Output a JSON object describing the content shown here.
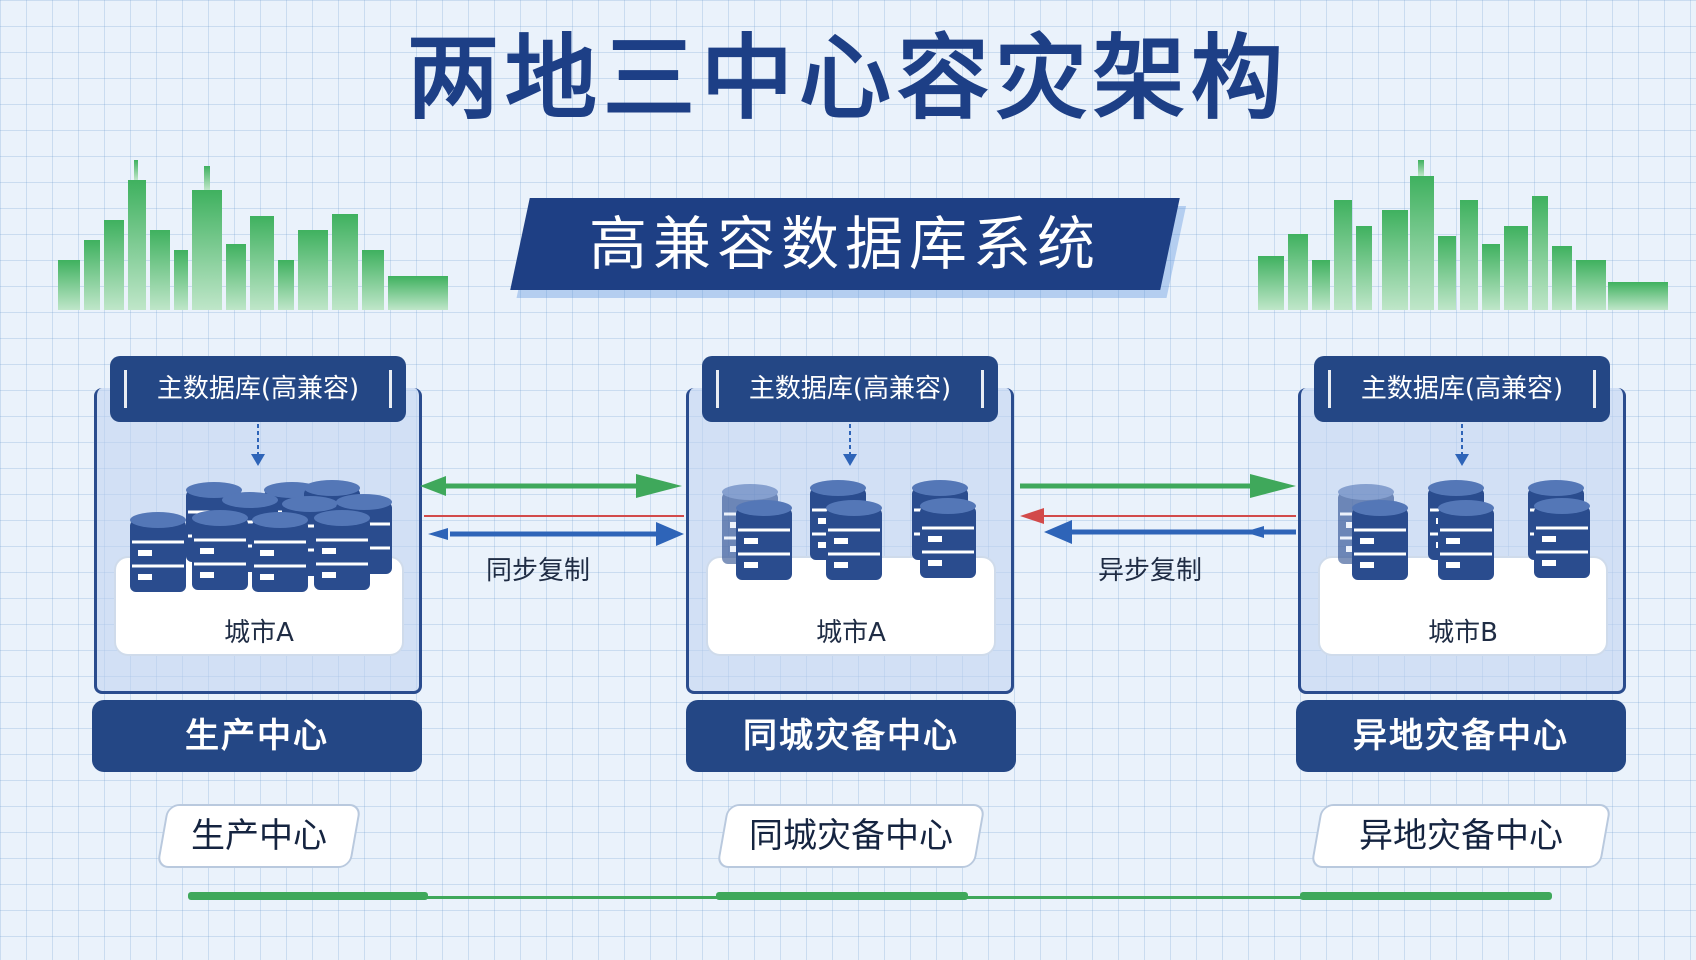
{
  "title": "两地三中心容灾架构",
  "subtitle": "高兼容数据库系统",
  "colors": {
    "navy": "#244785",
    "title_blue": "#1d3f86",
    "sync_green": "#3fa85b",
    "sync_blue": "#2e64b8",
    "async_red": "#d24a4a"
  },
  "centers": [
    {
      "db_label": "主数据库(高兼容)",
      "city": "城市A",
      "title": "生产中心",
      "bottom_label": "生产中心"
    },
    {
      "db_label": "主数据库(高兼容)",
      "city": "城市A",
      "title": "同城灾备中心",
      "bottom_label": "同城灾备中心"
    },
    {
      "db_label": "主数据库(高兼容)",
      "city": "城市B",
      "title": "异地灾备中心",
      "bottom_label": "异地灾备中心"
    }
  ],
  "links": {
    "sync": "同步复制",
    "async": "异步复制"
  }
}
